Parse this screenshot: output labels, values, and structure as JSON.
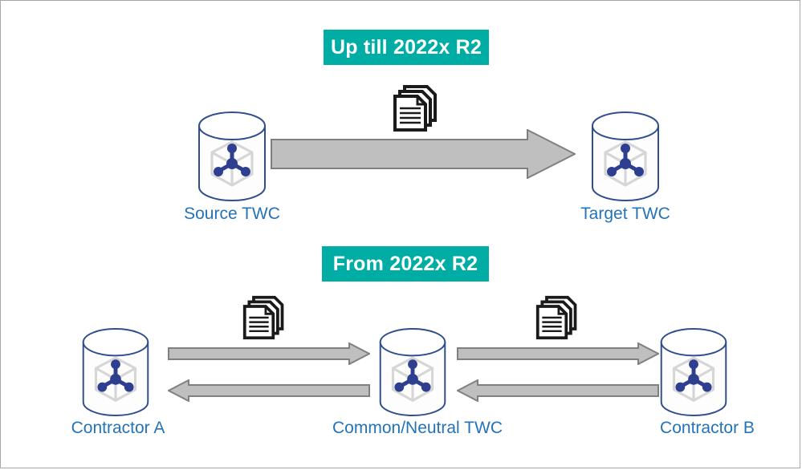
{
  "diagram": {
    "title_top": "Up till 2022x R2",
    "title_bottom": "From 2022x R2",
    "colors": {
      "banner_teal": "#00ADA4",
      "label_blue": "#2473B8",
      "cylinder_outline": "#2F4E8E",
      "arrow_fill": "#BFBFBF",
      "arrow_stroke": "#808080",
      "doc_black": "#1A1A1A",
      "canvas_border": "#A6A6A6"
    },
    "sections": [
      {
        "name": "up-till-2022x-r2",
        "banner": "Up till 2022x R2",
        "nodes": [
          {
            "id": "source-twc",
            "label": "Source TWC",
            "icon": "database-cylinder-icon"
          },
          {
            "id": "target-twc",
            "label": "Target TWC",
            "icon": "database-cylinder-icon"
          }
        ],
        "flows": [
          {
            "id": "source-to-target",
            "direction": "right",
            "payload_icon": "documents-stack-icon",
            "from": "Source TWC",
            "to": "Target TWC"
          }
        ]
      },
      {
        "name": "from-2022x-r2",
        "banner": "From 2022x R2",
        "nodes": [
          {
            "id": "contractor-a",
            "label": "Contractor A",
            "icon": "database-cylinder-icon"
          },
          {
            "id": "common-neutral-twc",
            "label": "Common/Neutral TWC",
            "icon": "database-cylinder-icon"
          },
          {
            "id": "contractor-b",
            "label": "Contractor B",
            "icon": "database-cylinder-icon"
          }
        ],
        "flows": [
          {
            "id": "contractor-a-to-common",
            "direction": "right",
            "payload_icon": "documents-stack-icon",
            "from": "Contractor A",
            "to": "Common/Neutral TWC"
          },
          {
            "id": "common-to-contractor-a",
            "direction": "left",
            "payload_icon": null,
            "from": "Common/Neutral TWC",
            "to": "Contractor A"
          },
          {
            "id": "common-to-contractor-b",
            "direction": "right",
            "payload_icon": "documents-stack-icon",
            "from": "Common/Neutral TWC",
            "to": "Contractor B"
          },
          {
            "id": "contractor-b-to-common",
            "direction": "left",
            "payload_icon": null,
            "from": "Contractor B",
            "to": "Common/Neutral TWC"
          }
        ]
      }
    ],
    "labels": {
      "source_twc": "Source TWC",
      "target_twc": "Target TWC",
      "contractor_a": "Contractor A",
      "common_neutral_twc": "Common/Neutral TWC",
      "contractor_b": "Contractor B"
    }
  }
}
